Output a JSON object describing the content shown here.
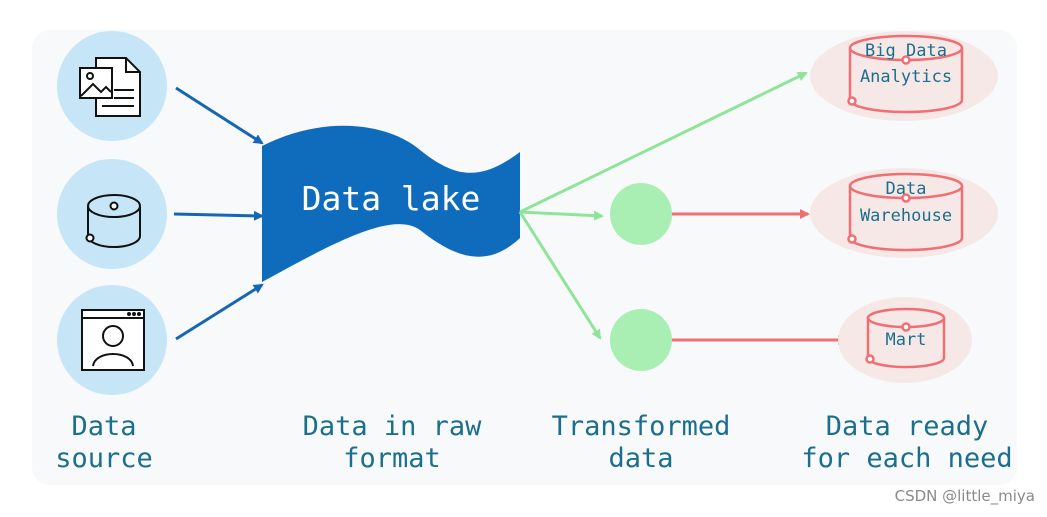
{
  "lake_label": "Data lake",
  "captions": {
    "source": [
      "Data",
      "source"
    ],
    "raw": [
      "Data in raw",
      "format"
    ],
    "transformed": [
      "Transformed",
      "data"
    ],
    "ready": [
      "Data ready",
      "for each need"
    ]
  },
  "targets": {
    "analytics": [
      "Big Data",
      "Analytics"
    ],
    "warehouse": [
      "Data",
      "Warehouse"
    ],
    "mart": [
      "Mart"
    ]
  },
  "watermark": "CSDN @little_miya",
  "colors": {
    "source_circle": "#c6e6f7",
    "lake": "#0f6cbd",
    "blue_arrow": "#1566b4",
    "green": "#8ee59a",
    "green_node": "#a9efb4",
    "red": "#ef6f73",
    "target_halo": "#f7e8e8",
    "caption": "#1b6f8c"
  },
  "icons": {
    "source1": "document-image-icon",
    "source2": "cylinder-icon",
    "source3": "user-profile-icon"
  }
}
